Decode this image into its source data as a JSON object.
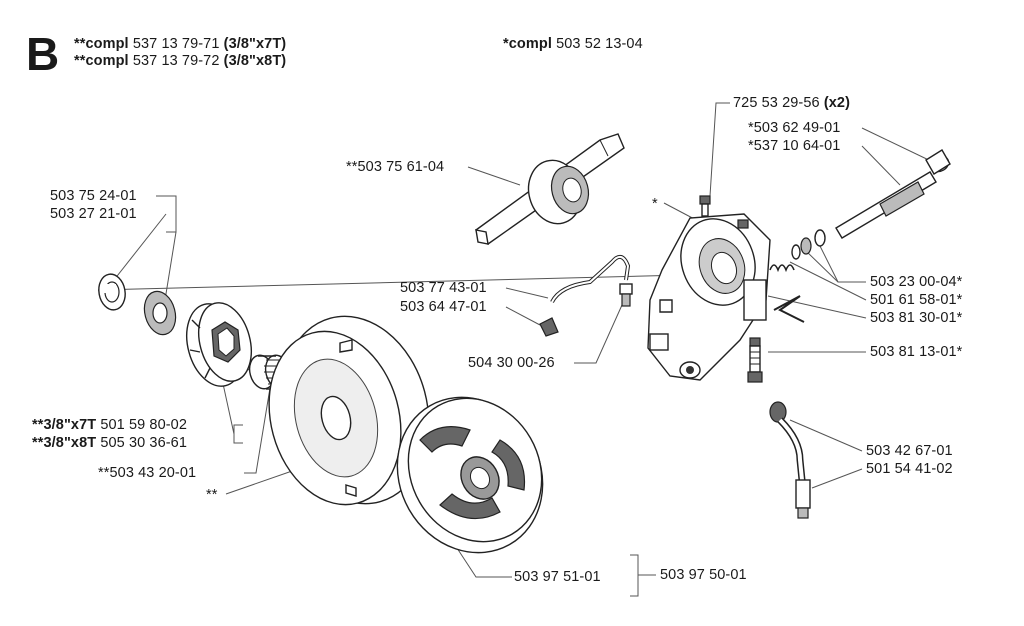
{
  "section_letter": "B",
  "header": {
    "compl_a": {
      "prefix": "**compl",
      "number": "537 13 79-71",
      "spec": "(3/8\"x7T)"
    },
    "compl_b": {
      "prefix": "**compl",
      "number": "537 13 79-72",
      "spec": "(3/8\"x8T)"
    },
    "compl_c": {
      "prefix": "*compl",
      "number": "503 52 13-04"
    }
  },
  "labels": {
    "p_503752401": "503 75 24-01",
    "p_503272101": "503 27 21-01",
    "p_503756104": "**503 75 61-04",
    "p_503774301": "503 77 43-01",
    "p_503644701": "503 64 47-01",
    "p_504300026": "504 30 00-26",
    "sprocket_7t_prefix": "**3/8\"x7T",
    "sprocket_7t_number": "501 59 80-02",
    "sprocket_8t_prefix": "**3/8\"x8T",
    "sprocket_8t_number": "505 30 36-61",
    "p_503432001": "**503 43 20-01",
    "drum_marker": "**",
    "p_503975101": "503 97 51-01",
    "p_503975001": "503 97 50-01",
    "p_725532956": "725 53 29-56",
    "p_725532956_qty": "(x2)",
    "p_503624901": "*503 62 49-01",
    "p_537106401": "*537 10 64-01",
    "pump_marker": "*",
    "p_503230004": "503 23 00-04*",
    "p_501615801": "501 61 58-01*",
    "p_503813001": "503 81 30-01*",
    "p_503811301": "503 81 13-01*",
    "p_503426701": "503 42 67-01",
    "p_501544102": "501 54 41-02"
  }
}
